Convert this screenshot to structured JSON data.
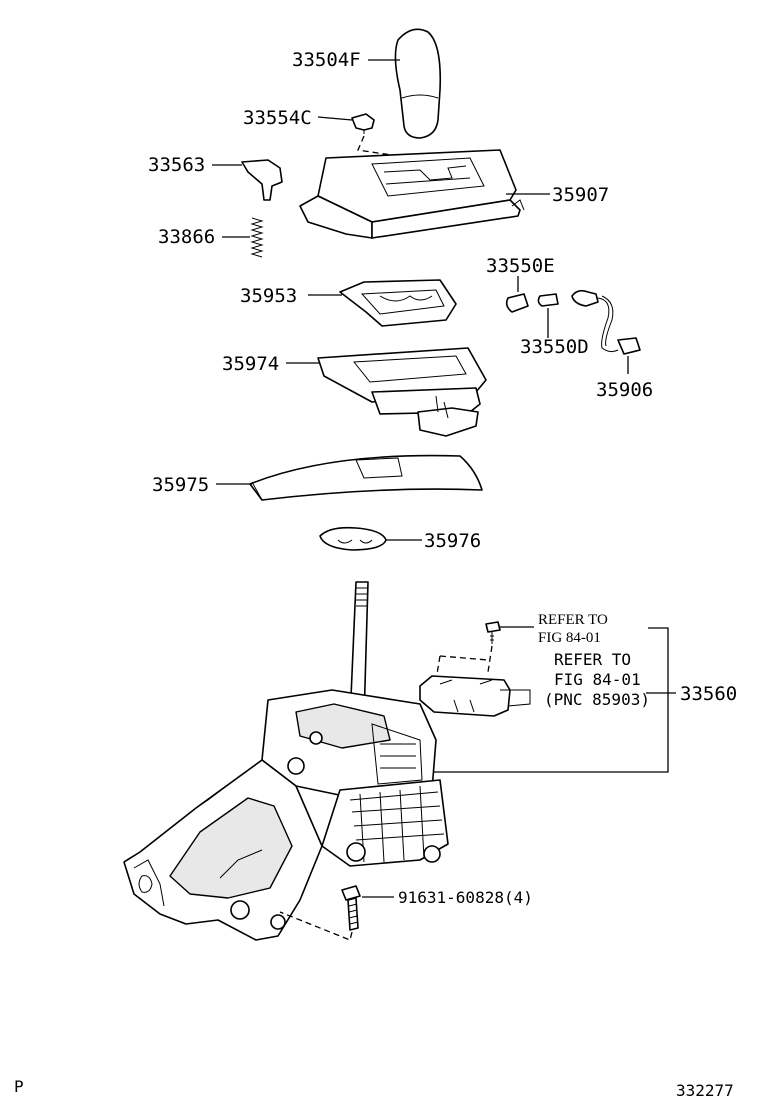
{
  "labels": {
    "p33504f": "33504F",
    "p33554c": "33554C",
    "p33563": "33563",
    "p33866": "33866",
    "p35907": "35907",
    "p33550e": "33550E",
    "p35953": "35953",
    "p33550d": "33550D",
    "p35974": "35974",
    "p35906": "35906",
    "p35975": "35975",
    "p35976": "35976",
    "refer1_line1": "REFER TO",
    "refer1_line2": "FIG 84-01",
    "refer2_line1": "REFER TO",
    "refer2_line2": "FIG 84-01",
    "refer2_line3": "(PNC 85903)",
    "p33560": "33560",
    "p91631": "91631-60828(4)"
  },
  "footer": {
    "left": "P",
    "right": "332277"
  }
}
